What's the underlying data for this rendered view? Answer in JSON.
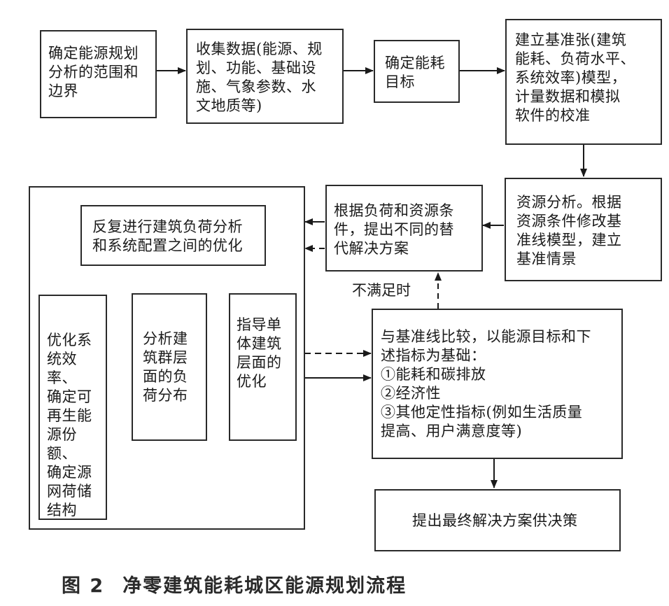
{
  "nodes": {
    "define_scope": "确定能源规划\n分析的范围和\n边界",
    "collect_data": "收集数据(能源、规\n划、功能、基础设\n施、气象参数、水\n文地质等)",
    "energy_target": "确定能耗\n目标",
    "baseline_model": "建立基准张(建筑\n能耗、负荷水平、\n系统效率)模型，\n计量数据和模拟\n软件的校准",
    "resource_analysis": "资源分析。根据\n资源条件修改基\n准线模型，建立\n基准情景",
    "alternatives": "根据负荷和资源条\n件，提出不同的替\n代解决方案",
    "iterative_optimization": "反复进行建筑负荷分析\n和系统配置之间的优化",
    "system_optimization": "优化系\n统效率、\n确定可\n再生能\n源份额、\n确定源\n网荷储\n结构",
    "cluster_load": "分析建\n筑群层\n面的负\n荷分布",
    "single_building": "指导单\n体建筑\n层面的\n优化",
    "baseline_compare": "与基准线比较，以能源目标和下\n述指标为基础：\n①能耗和碳排放\n②经济性\n③其他定性指标(例如生活质量\n提高、用户满意度等)",
    "final_solution": "提出最终解决方案供决策"
  },
  "labels": {
    "not_satisfied": "不满足时"
  },
  "caption": {
    "figure_no": "图 2",
    "title": "净零建筑能耗城区能源规划流程"
  }
}
